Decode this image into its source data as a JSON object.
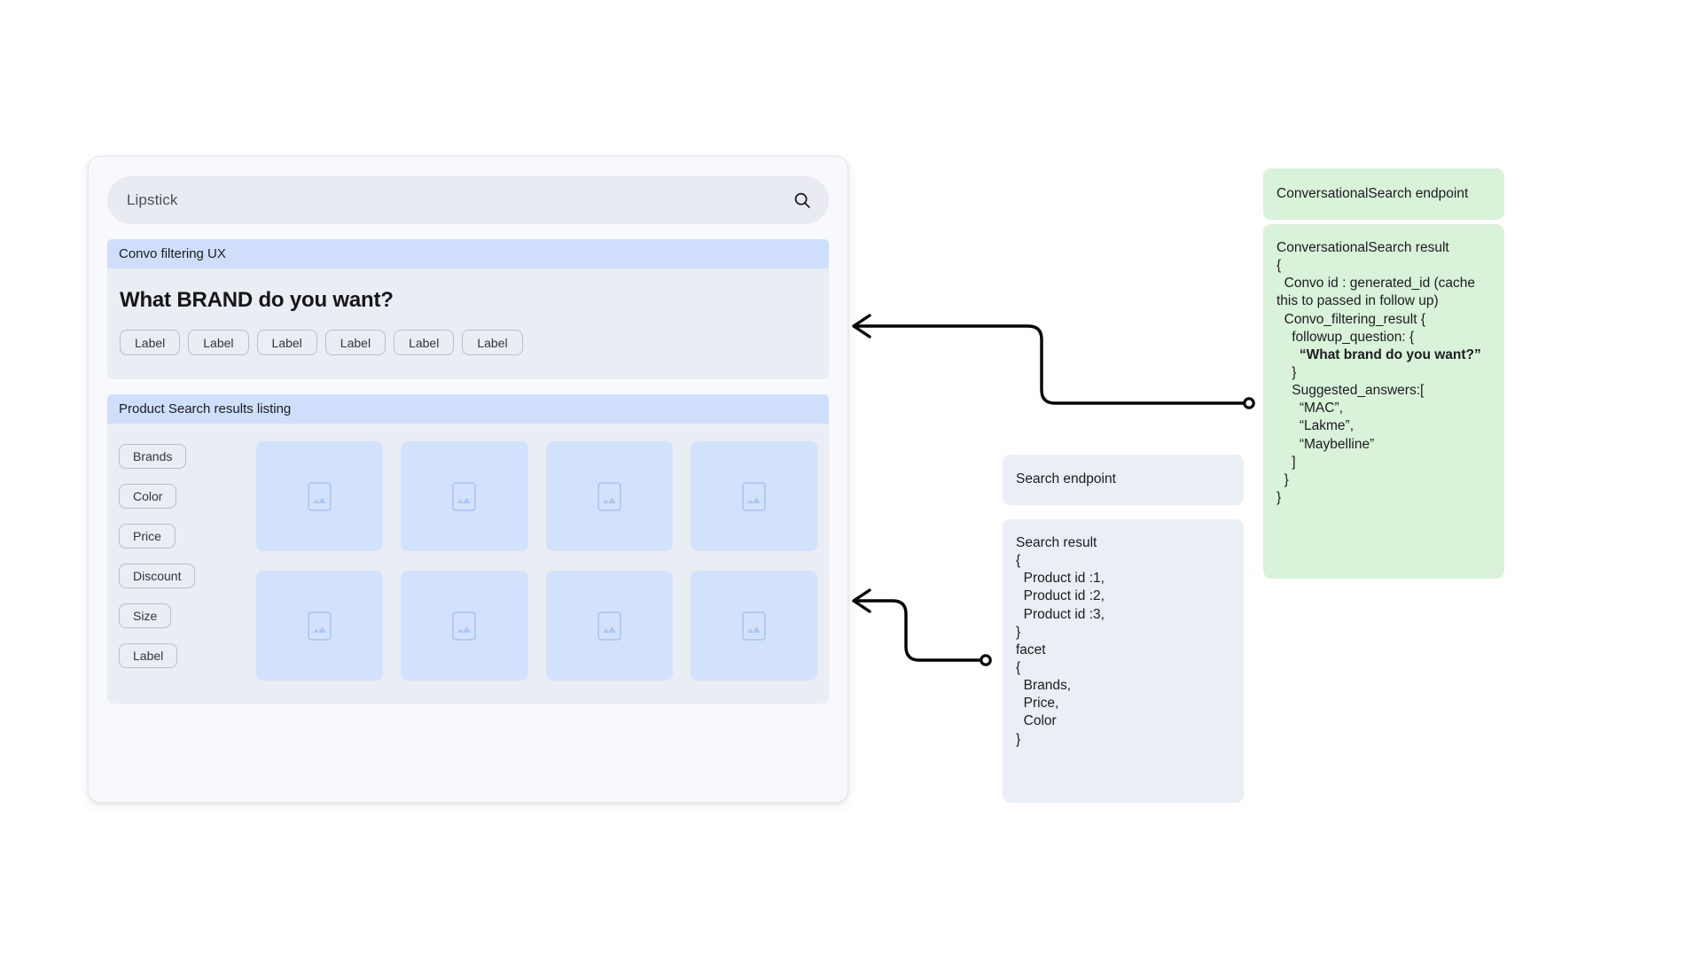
{
  "mock": {
    "search": {
      "value": "Lipstick",
      "placeholder": "Search",
      "icon": "search-icon"
    },
    "convo_section": {
      "header": "Convo filtering UX",
      "question": "What BRAND do you want?",
      "chips": [
        "Label",
        "Label",
        "Label",
        "Label",
        "Label",
        "Label"
      ]
    },
    "listing_section": {
      "header": "Product Search results listing",
      "facets": [
        "Brands",
        "Color",
        "Price",
        "Discount",
        "Size",
        "Label"
      ],
      "product_count": 8,
      "placeholder_icon": "image-placeholder-icon"
    }
  },
  "annotations": {
    "conversational_endpoint": {
      "title": "ConversationalSearch endpoint"
    },
    "conversational_result": {
      "lines": [
        {
          "text": "ConversationalSearch result",
          "bold": false
        },
        {
          "text": "{",
          "bold": false
        },
        {
          "text": "  Convo id : generated_id (cache this to passed in follow up)",
          "bold": false
        },
        {
          "text": "  Convo_filtering_result {",
          "bold": false
        },
        {
          "text": "    followup_question: {",
          "bold": false
        },
        {
          "text": "      “What brand do you want?”",
          "bold": true
        },
        {
          "text": "    }",
          "bold": false
        },
        {
          "text": "    Suggested_answers:[",
          "bold": false
        },
        {
          "text": "      “MAC”,",
          "bold": false
        },
        {
          "text": "      “Lakme”,",
          "bold": false
        },
        {
          "text": "      “Maybelline”",
          "bold": false
        },
        {
          "text": "    ]",
          "bold": false
        },
        {
          "text": "  }",
          "bold": false
        },
        {
          "text": "}",
          "bold": false
        }
      ]
    },
    "search_endpoint": {
      "title": "Search endpoint"
    },
    "search_result": {
      "lines": [
        {
          "text": "Search result",
          "bold": false
        },
        {
          "text": "{",
          "bold": false
        },
        {
          "text": "  Product id :1,",
          "bold": false
        },
        {
          "text": "  Product id :2,",
          "bold": false
        },
        {
          "text": "  Product id :3,",
          "bold": false
        },
        {
          "text": "}",
          "bold": false
        },
        {
          "text": "facet",
          "bold": false
        },
        {
          "text": "{",
          "bold": false
        },
        {
          "text": "  Brands,",
          "bold": false
        },
        {
          "text": "  Price,",
          "bold": false
        },
        {
          "text": "  Color",
          "bold": false
        },
        {
          "text": "}",
          "bold": false
        }
      ]
    }
  },
  "colors": {
    "panel_green": "#d9f2da",
    "panel_grey": "#eaeef5",
    "section_header_blue": "#cfdffb",
    "section_body_blue": "#e9edf4",
    "product_card_blue": "#d3e2fc",
    "connector": "#000000"
  }
}
